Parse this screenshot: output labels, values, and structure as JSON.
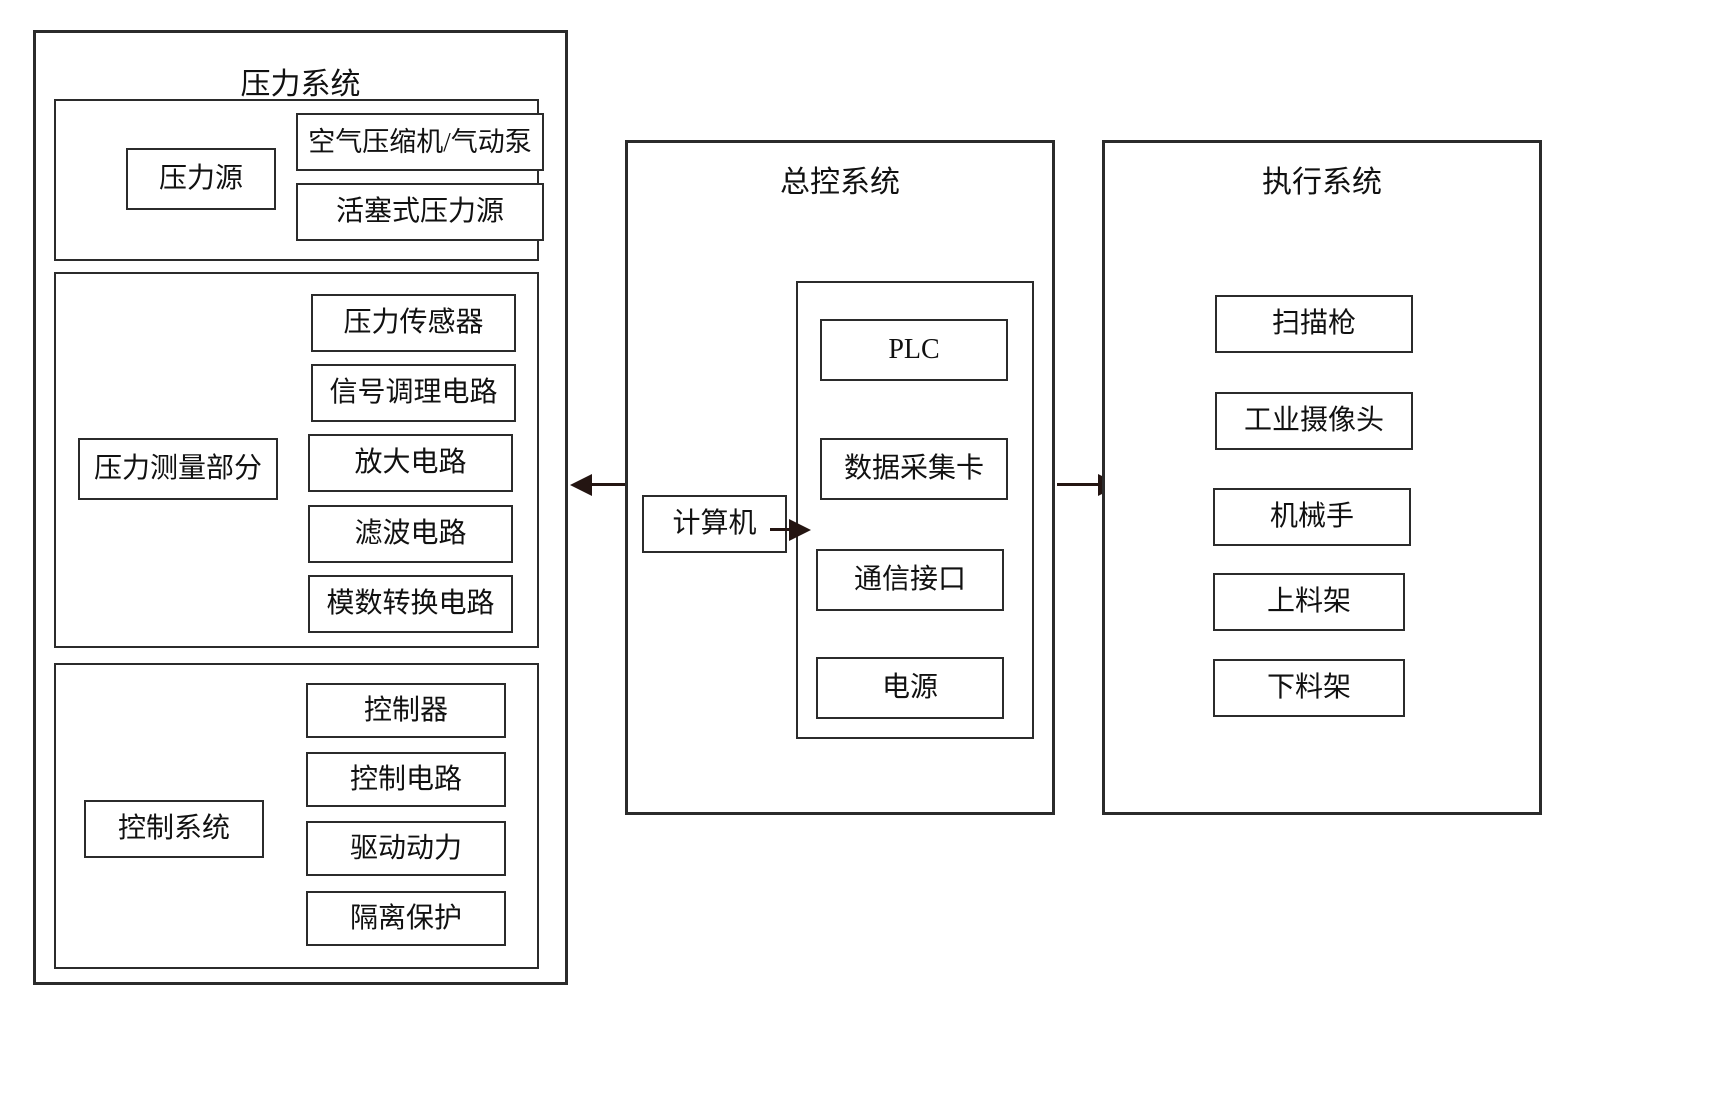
{
  "diagram": {
    "title_text_present": false,
    "systems": [
      {
        "id": "pressure-system",
        "title": "压力系统",
        "groups": [
          {
            "id": "pressure-source-group",
            "label": "压力源",
            "items": [
              "空气压缩机/气动泵",
              "活塞式压力源"
            ]
          },
          {
            "id": "pressure-measurement-group",
            "label": "压力测量部分",
            "items": [
              "压力传感器",
              "信号调理电路",
              "放大电路",
              "滤波电路",
              "模数转换电路"
            ]
          },
          {
            "id": "control-system-group",
            "label": "控制系统",
            "items": [
              "控制器",
              "控制电路",
              "驱动动力",
              "隔离保护"
            ]
          }
        ]
      },
      {
        "id": "master-control-system",
        "title": "总控系统",
        "computer": "计算机",
        "groups": [
          {
            "id": "controller-stack-group",
            "label": "",
            "items": [
              "PLC",
              "数据采集卡",
              "通信接口",
              "电源"
            ]
          }
        ]
      },
      {
        "id": "execution-system",
        "title": "执行系统",
        "groups": [
          {
            "id": "execution-items-group",
            "label": "",
            "items": [
              "扫描枪",
              "工业摄像头",
              "机械手",
              "上料架",
              "下料架"
            ]
          }
        ]
      }
    ],
    "connectors": [
      {
        "id": "master-to-pressure",
        "direction": "left",
        "from": "master-control-system",
        "to": "pressure-system"
      },
      {
        "id": "master-to-execution",
        "direction": "right",
        "from": "master-control-system",
        "to": "execution-system"
      }
    ],
    "colors": {
      "stroke": "#2b2b2b",
      "arrow": "#241512",
      "background": "#ffffff",
      "text": "#111111"
    }
  }
}
